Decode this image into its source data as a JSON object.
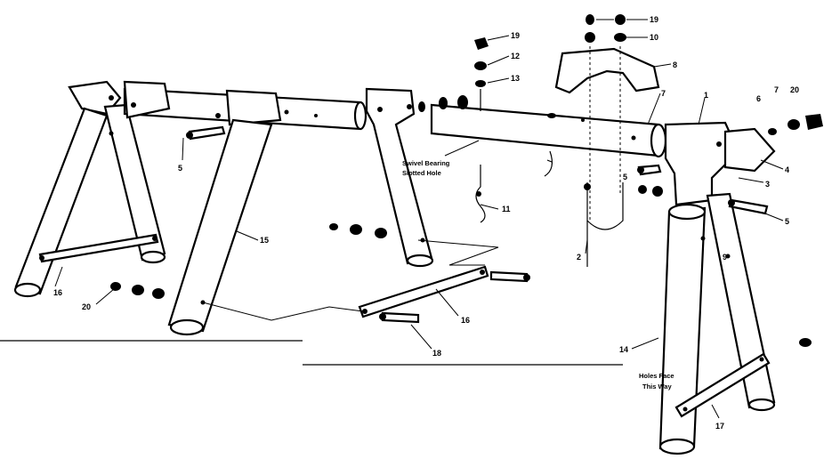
{
  "diagram": {
    "callouts": {
      "c1": "1",
      "c2": "2",
      "c3": "3",
      "c4": "4",
      "c5a": "5",
      "c5b": "5",
      "c5c": "5",
      "c6": "6",
      "c7": "7",
      "c7b": "7",
      "c8": "8",
      "c9": "9",
      "c10": "10",
      "c11": "11",
      "c12": "12",
      "c13": "13",
      "c14": "14",
      "c15": "15",
      "c16a": "16",
      "c16b": "16",
      "c17": "17",
      "c18": "18",
      "c19a": "19",
      "c19b": "19",
      "c20a": "20",
      "c20b": "20"
    },
    "notes": {
      "swivel_line1": "Swivel Bearing",
      "swivel_line2": "Slotted Hole",
      "holes_line1": "Holes Face",
      "holes_line2": "This Way"
    }
  }
}
